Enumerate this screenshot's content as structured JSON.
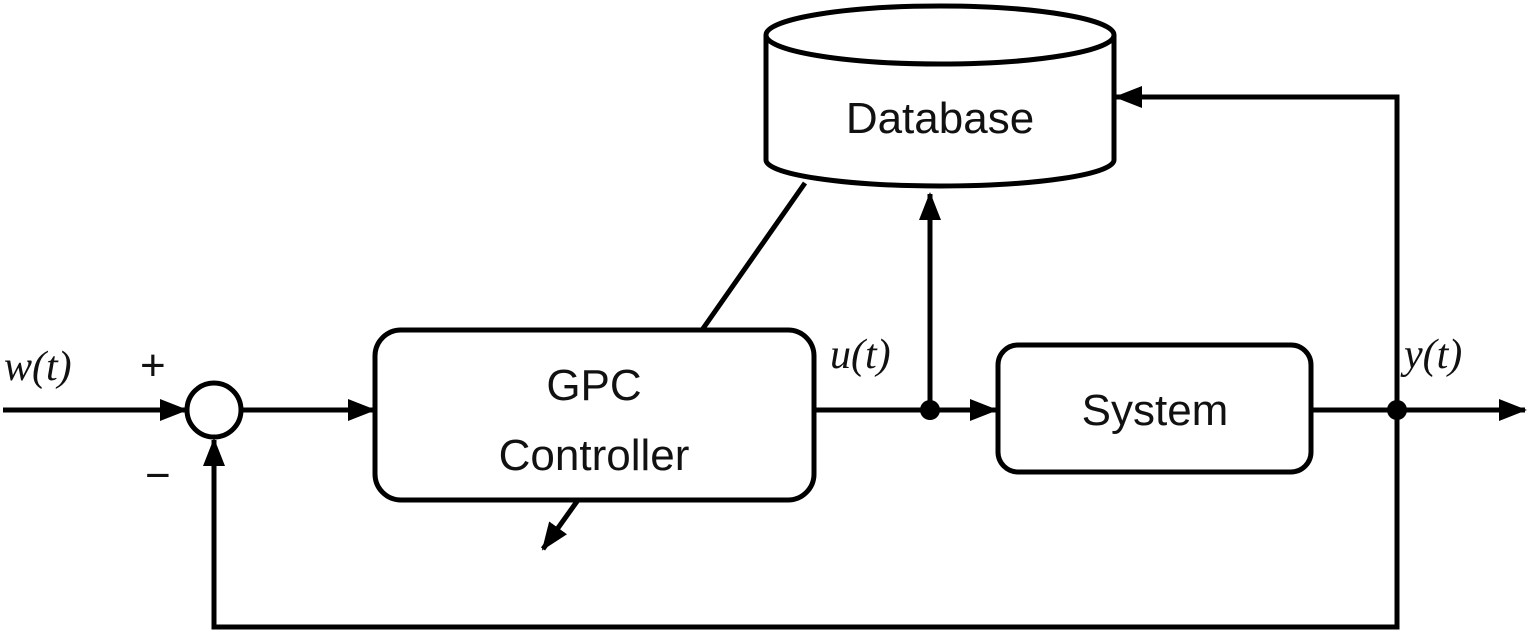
{
  "diagram": {
    "type": "control-block-diagram",
    "blocks": {
      "database": "Database",
      "controller_line1": "GPC",
      "controller_line2": "Controller",
      "system": "System"
    },
    "signals": {
      "reference": "w(t)",
      "control": "u(t)",
      "output": "y(t)"
    },
    "summing_junction": {
      "plus": "+",
      "minus": "−"
    },
    "colors": {
      "stroke": "#000000",
      "background": "#ffffff"
    }
  }
}
